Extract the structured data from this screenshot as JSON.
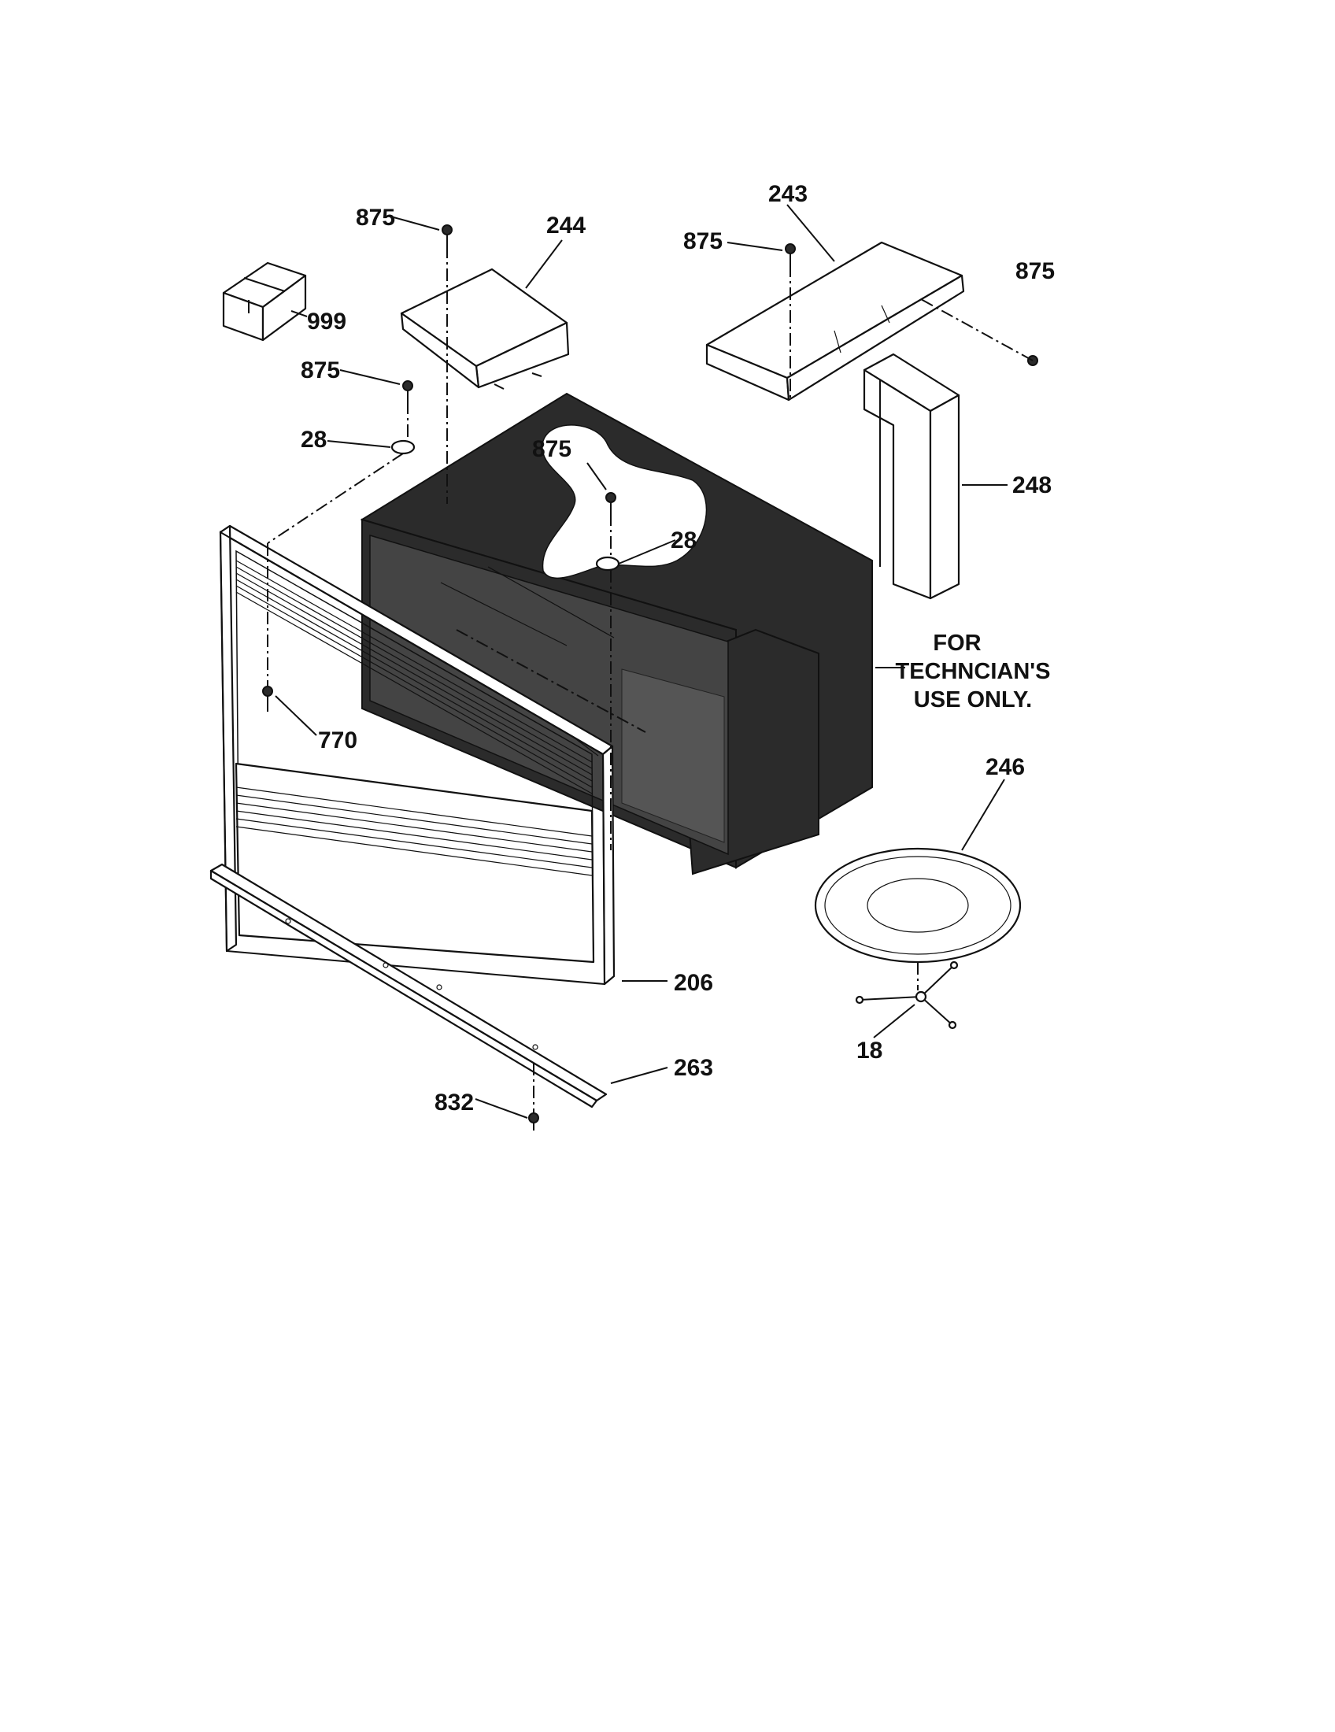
{
  "diagram": {
    "callouts": [
      {
        "id": "c875a",
        "text": "875"
      },
      {
        "id": "c244",
        "text": "244"
      },
      {
        "id": "c243",
        "text": "243"
      },
      {
        "id": "c875b",
        "text": "875"
      },
      {
        "id": "c875c",
        "text": "875"
      },
      {
        "id": "c999",
        "text": "999"
      },
      {
        "id": "c875d",
        "text": "875"
      },
      {
        "id": "c28a",
        "text": "28"
      },
      {
        "id": "c875e",
        "text": "875"
      },
      {
        "id": "c28b",
        "text": "28"
      },
      {
        "id": "c248",
        "text": "248"
      },
      {
        "id": "c770",
        "text": "770"
      },
      {
        "id": "c246",
        "text": "246"
      },
      {
        "id": "c206",
        "text": "206"
      },
      {
        "id": "c18",
        "text": "18"
      },
      {
        "id": "c263",
        "text": "263"
      },
      {
        "id": "c832",
        "text": "832"
      }
    ],
    "note": {
      "line1": "FOR",
      "line2": "TECHNCIAN'S",
      "line3": "USE ONLY."
    }
  }
}
